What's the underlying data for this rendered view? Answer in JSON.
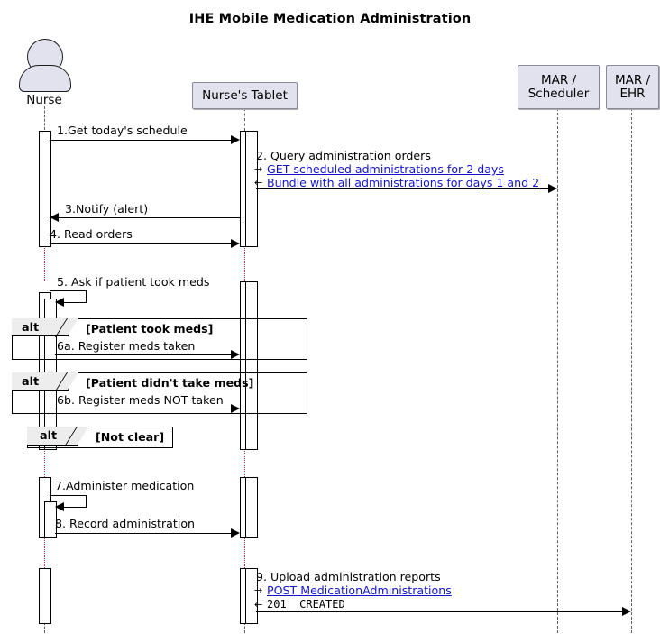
{
  "diagram": {
    "type": "uml-sequence-diagram",
    "title": "IHE Mobile Medication Administration",
    "colors": {
      "participant_fill": "#E2E2EE",
      "participant_border": "#8A8A99",
      "link_text": "#1414CC",
      "lifeline": "#606060",
      "lifeline_destroyed": "#A8324A",
      "frame_tab_fill": "#EDEDED",
      "background": "#FFFFFF"
    }
  },
  "participants": [
    {
      "id": "nurse",
      "label": "Nurse",
      "kind": "actor"
    },
    {
      "id": "tablet",
      "label": "Nurse's Tablet",
      "kind": "participant"
    },
    {
      "id": "scheduler",
      "label": "MAR /\nScheduler",
      "line1": "MAR /",
      "line2": "Scheduler",
      "kind": "participant"
    },
    {
      "id": "ehr",
      "label": "MAR /\nEHR",
      "line1": "MAR /",
      "line2": "EHR",
      "kind": "participant"
    }
  ],
  "messages": [
    {
      "n": "1",
      "label": "1.Get today's schedule",
      "from": "nurse",
      "to": "tablet",
      "style": "solid"
    },
    {
      "n": "2",
      "label": "2. Query administration orders",
      "from": "tablet",
      "to": "scheduler",
      "style": "solid",
      "sub": [
        {
          "dir": "→",
          "text": "GET scheduled administrations for 2 days",
          "link": true
        },
        {
          "dir": "←",
          "text": "Bundle with all administrations for days 1 and 2",
          "link": true
        }
      ]
    },
    {
      "n": "3",
      "label": "3.Notify (alert)",
      "from": "tablet",
      "to": "nurse",
      "style": "solid"
    },
    {
      "n": "4",
      "label": "4. Read orders",
      "from": "nurse",
      "to": "tablet",
      "style": "solid"
    },
    {
      "n": "5",
      "label": "5. Ask if patient took meds",
      "from": "nurse",
      "to": "nurse",
      "style": "self"
    },
    {
      "n": "6a",
      "label": "6a. Register meds taken",
      "from": "nurse",
      "to": "tablet",
      "style": "solid"
    },
    {
      "n": "6b",
      "label": "6b. Register meds NOT taken",
      "from": "nurse",
      "to": "tablet",
      "style": "solid"
    },
    {
      "n": "7",
      "label": "7.Administer medication",
      "from": "nurse",
      "to": "nurse",
      "style": "self"
    },
    {
      "n": "8",
      "label": "8. Record administration",
      "from": "nurse",
      "to": "tablet",
      "style": "solid"
    },
    {
      "n": "9",
      "label": "9. Upload administration reports",
      "from": "tablet",
      "to": "ehr",
      "style": "solid",
      "sub": [
        {
          "dir": "→",
          "text": "POST MedicationAdministrations",
          "link": true
        },
        {
          "dir": "←",
          "text": "201  CREATED",
          "link": false,
          "mono": true
        }
      ]
    }
  ],
  "fragments": [
    {
      "op": "alt",
      "condition": "[Patient took meds]"
    },
    {
      "op": "alt",
      "condition": "[Patient didn't take meds]"
    },
    {
      "op": "alt",
      "condition": "[Not clear]"
    }
  ]
}
